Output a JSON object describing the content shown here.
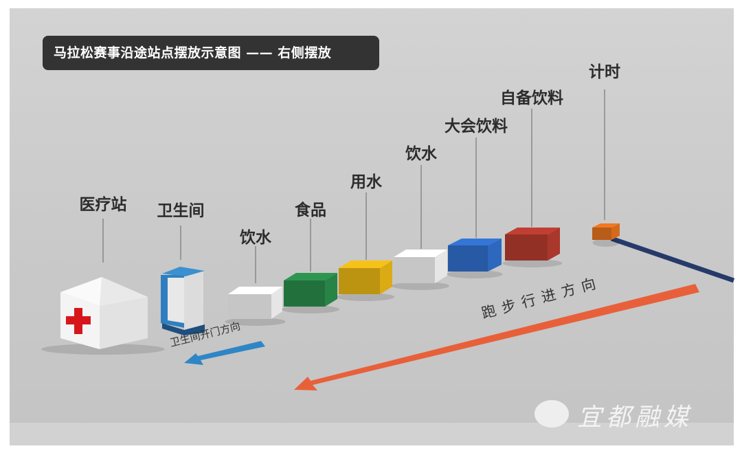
{
  "title": "马拉松赛事沿途站点摆放示意图 —— 右侧摆放",
  "stations": [
    {
      "label": "医疗站",
      "type": "medical-tent",
      "color": "#ffffff"
    },
    {
      "label": "卫生间",
      "type": "toilet",
      "color": "#2f7fc0"
    },
    {
      "label": "饮水",
      "type": "box",
      "color": "#f2f2f2"
    },
    {
      "label": "食品",
      "type": "box",
      "color": "#2a8a4a"
    },
    {
      "label": "用水",
      "type": "box",
      "color": "#e5b416"
    },
    {
      "label": "饮水",
      "type": "box",
      "color": "#f2f2f2"
    },
    {
      "label": "大会饮料",
      "type": "box",
      "color": "#2f6dc8"
    },
    {
      "label": "自备饮料",
      "type": "box",
      "color": "#b33a2e"
    },
    {
      "label": "计时",
      "type": "box",
      "color": "#e0701e"
    }
  ],
  "toilet_door_direction": "卫生间开门方向",
  "running_direction": "跑步行进方向",
  "watermark": "宜都融媒",
  "colors": {
    "running_arrow": "#e8603a",
    "door_arrow": "#2f86c6",
    "timing_line": "#263a6a",
    "cross": "#d7161b"
  }
}
